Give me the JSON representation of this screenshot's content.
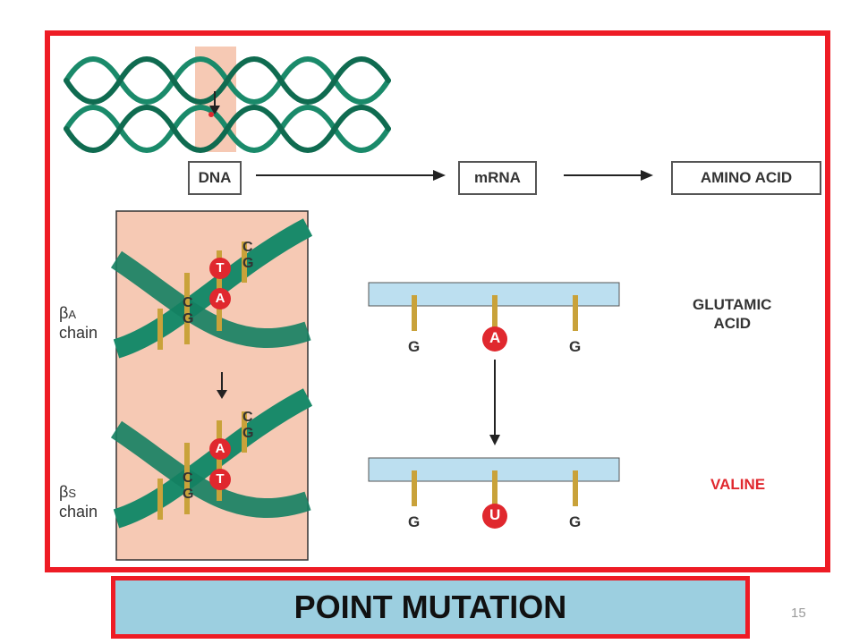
{
  "flow": {
    "dna": "DNA",
    "mrna": "mRNA",
    "amino": "AMINO ACID"
  },
  "chains": {
    "a": {
      "beta": "β",
      "sub": "A",
      "word": "chain"
    },
    "s": {
      "beta": "β",
      "sub": "S",
      "word": "chain"
    }
  },
  "helix_a": {
    "top": [
      "C",
      "G"
    ],
    "mid": [
      "T",
      "A"
    ],
    "bot": [
      "C",
      "G"
    ]
  },
  "helix_s": {
    "top": [
      "C",
      "G"
    ],
    "mid": [
      "A",
      "T"
    ],
    "bot": [
      "C",
      "G"
    ]
  },
  "strand_top": {
    "bases": [
      "G",
      "A",
      "G"
    ],
    "amino": "GLUTAMIC ACID",
    "amino_l1": "GLUTAMIC",
    "amino_l2": "ACID"
  },
  "strand_bottom": {
    "bases": [
      "G",
      "U",
      "G"
    ],
    "amino": "VALINE"
  },
  "title": "POINT MUTATION",
  "page_number": "15",
  "colors": {
    "frame": "#ee1c25",
    "title_bg": "#9ccfe0",
    "helix": "#1a8a6a",
    "mutation": "#e0282e",
    "strand": "#bcdff0"
  }
}
